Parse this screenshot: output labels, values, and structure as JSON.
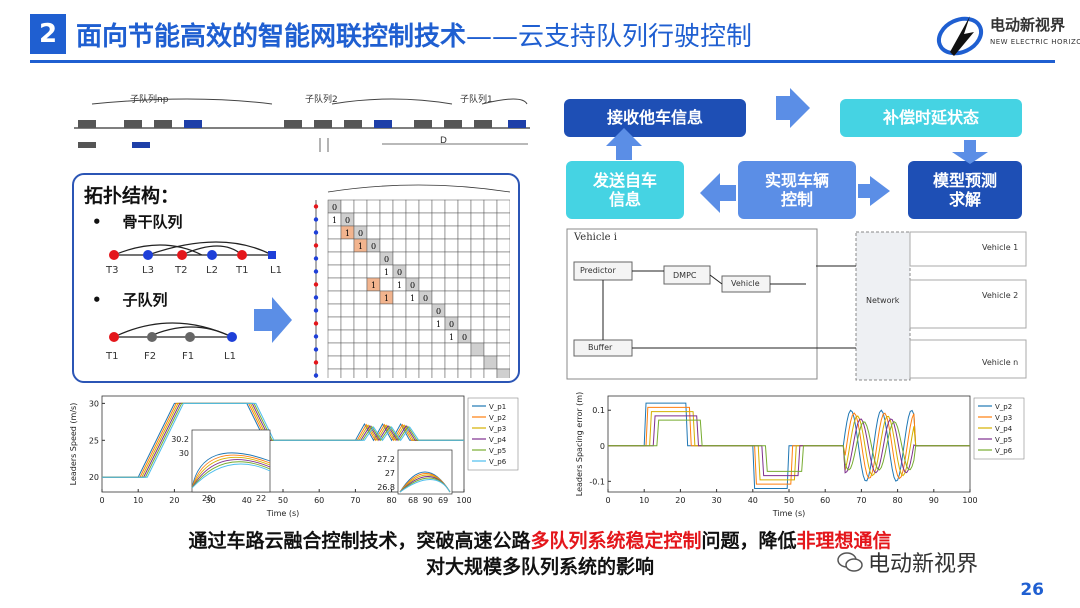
{
  "header": {
    "number": "2",
    "title_main": "面向节能高效的智能网联控制技术",
    "title_sep": "——",
    "title_sub": "云支持队列行驶控制"
  },
  "logo": {
    "name": "电动新视界",
    "sub": "NEW ELECTRIC HORIZON"
  },
  "platoon_diagram": {
    "labels": [
      "子队列np",
      "子队列2",
      "子队列1"
    ],
    "distance_label": "D"
  },
  "topology": {
    "title": "拓扑结构：",
    "bullet1": "骨干队列",
    "bullet2": "子队列",
    "backbone_nodes": [
      "T3",
      "L3",
      "T2",
      "L2",
      "T1",
      "L1"
    ],
    "sub_nodes": [
      "T1",
      "F2",
      "F1",
      "L1"
    ]
  },
  "matrix": {
    "rows": [
      [
        "0",
        "",
        "",
        "",
        "",
        "",
        "",
        "",
        "",
        "",
        "",
        "",
        "",
        ""
      ],
      [
        "1",
        "0",
        "",
        "",
        "",
        "",
        "",
        "",
        "",
        "",
        "",
        "",
        "",
        ""
      ],
      [
        "",
        "1",
        "0",
        "",
        "",
        "",
        "",
        "",
        "",
        "",
        "",
        "",
        "",
        ""
      ],
      [
        "",
        "",
        "1",
        "0",
        "",
        "",
        "",
        "",
        "",
        "",
        "",
        "",
        "",
        ""
      ],
      [
        "",
        "",
        "",
        "",
        "0",
        "",
        "",
        "",
        "",
        "",
        "",
        "",
        "",
        ""
      ],
      [
        "",
        "",
        "",
        "",
        "1",
        "0",
        "",
        "",
        "",
        "",
        "",
        "",
        "",
        ""
      ],
      [
        "",
        "",
        "",
        "1",
        "",
        "1",
        "0",
        "",
        "",
        "",
        "",
        "",
        "",
        ""
      ],
      [
        "",
        "",
        "",
        "",
        "1",
        "",
        "1",
        "0",
        "",
        "",
        "",
        "",
        "",
        ""
      ],
      [
        "",
        "",
        "",
        "",
        "",
        "",
        "",
        "",
        "0",
        "",
        "",
        "",
        "",
        ""
      ],
      [
        "",
        "",
        "",
        "",
        "",
        "",
        "",
        "",
        "1",
        "0",
        "",
        "",
        "",
        ""
      ],
      [
        "",
        "",
        "",
        "",
        "",
        "",
        "",
        "",
        "",
        "1",
        "0",
        "",
        "",
        ""
      ]
    ]
  },
  "flow": {
    "receive": "接收他车信息",
    "compensate": "补偿时延状态",
    "send": "发送自车\n信息",
    "control": "实现车辆\n控制",
    "predict": "模型预测\n求解"
  },
  "block": {
    "vehicle_i": "Vehicle i",
    "predictor": "Predictor",
    "dmpc": "DMPC",
    "vehicle": "Vehicle",
    "buffer": "Buffer",
    "network": "Network",
    "vehicle1": "Vehicle 1",
    "vehicle2": "Vehicle 2",
    "vehiclen": "Vehicle n"
  },
  "chart_data": [
    {
      "type": "line",
      "xlabel": "Time (s)",
      "ylabel": "Leaders Speed (m/s)",
      "xlim": [
        0,
        100
      ],
      "ylim": [
        18,
        31
      ],
      "xticks": [
        0,
        10,
        20,
        30,
        40,
        50,
        60,
        70,
        80,
        90,
        100
      ],
      "yticks": [
        20,
        25,
        30
      ],
      "legend": [
        "V_p1",
        "V_p2",
        "V_p3",
        "V_p4",
        "V_p5",
        "V_p6"
      ],
      "legend_position": "top-right",
      "colors": [
        "#1f77b4",
        "#ff7f0e",
        "#d4b000",
        "#7e2f8e",
        "#77ac30",
        "#4dbeee"
      ],
      "x": [
        0,
        10,
        20,
        21,
        40,
        45,
        65,
        70,
        72.5,
        75,
        77.5,
        80,
        82.5,
        85,
        87.5,
        90,
        100
      ],
      "series_base": [
        20,
        20,
        30,
        30,
        30,
        25,
        25,
        25,
        27.2,
        25,
        27.2,
        25,
        27.2,
        25,
        25,
        25,
        25
      ],
      "insets": [
        {
          "xlim_labels": [
            "20",
            "22"
          ],
          "ylim_labels": [
            "30.2",
            "30"
          ]
        },
        {
          "xlim_labels": [
            "68",
            "69"
          ],
          "ylim_labels": [
            "27.2",
            "27",
            "26.8"
          ]
        }
      ]
    },
    {
      "type": "line",
      "xlabel": "Time (s)",
      "ylabel": "Leaders Spacing error (m)",
      "xlim": [
        0,
        100
      ],
      "ylim": [
        -0.13,
        0.14
      ],
      "xticks": [
        0,
        10,
        20,
        30,
        40,
        50,
        60,
        70,
        80,
        90,
        100
      ],
      "yticks": [
        -0.1,
        0,
        0.1
      ],
      "legend": [
        "V_p2",
        "V_p3",
        "V_p4",
        "V_p5",
        "V_p6"
      ],
      "legend_position": "top-right",
      "colors": [
        "#1f77b4",
        "#ff7f0e",
        "#d4b000",
        "#7e2f8e",
        "#77ac30"
      ]
    }
  ],
  "bottom": {
    "line1_a": "通过车路云融合控制技术，突破高速公路",
    "line1_red1": "多队列系统稳定控制",
    "line1_b": "问题，降低",
    "line1_red2": "非理想通信",
    "line2": "对大规模多队列系统的影响"
  },
  "watermark": "电动新视界",
  "page_number": "26"
}
